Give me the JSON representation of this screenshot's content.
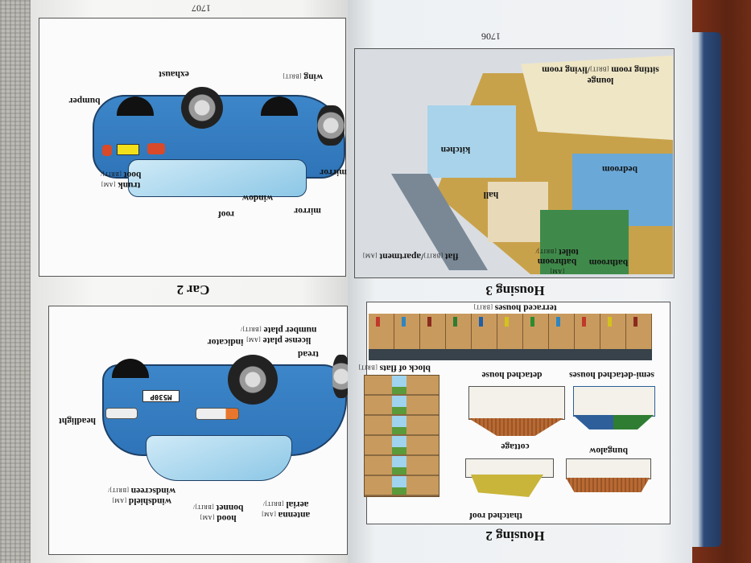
{
  "left_page": {
    "page_number": "1707",
    "section_title": "Car 2",
    "car_rear_labels": {
      "exhaust": "exhaust",
      "wing": "wing",
      "wing_tag": "[BRIT]",
      "bumper": "bumper",
      "boot": "boot",
      "boot_tag": "[BRIT]/",
      "trunk": "trunk",
      "trunk_tag": "[AM]",
      "mirror_side": "mirror",
      "roof": "roof",
      "window": "window",
      "mirror": "mirror"
    },
    "car_front_labels": {
      "number_plate": "number plate",
      "number_plate_tag": "[BRIT]/",
      "license_plate": "license plate",
      "license_plate_tag": "[AM]",
      "indicator": "indicator",
      "tread": "tread",
      "headlight": "headlight",
      "windscreen": "windscreen",
      "windscreen_tag": "[BRIT]/",
      "windshield": "windshield",
      "windshield_tag": "[AM]",
      "bonnet": "bonnet",
      "bonnet_tag": "[BRIT]/",
      "hood": "hood",
      "hood_tag": "[AM]",
      "aerial": "aerial",
      "aerial_tag": "[BRIT]/",
      "antenna": "antenna",
      "antenna_tag": "[AM]",
      "plate_text": "M530P"
    },
    "car_color": "#3380c4"
  },
  "right_page": {
    "page_number": "1706",
    "housing3": {
      "title": "Housing 3",
      "sitting_room": "sitting room",
      "sitting_room_tag": "[BRIT]",
      "living_room": "/living room",
      "lounge": "lounge",
      "kitchen": "kitchen",
      "bedroom": "bedroom",
      "hall": "hall",
      "flat": "flat",
      "flat_tag": "[BRIT]",
      "apartment": "/apartment",
      "apartment_tag": "[AM]",
      "toilet": "toilet",
      "toilet_tag": "[BRIT]/",
      "bathroom_am": "bathroom",
      "bathroom_am_tag": "[AM]",
      "bathroom": "bathroom"
    },
    "housing2": {
      "title": "Housing 2",
      "terraced_houses": "terraced houses",
      "terraced_tag": "[BRIT]",
      "block_of_flats": "block of flats",
      "block_tag": "[BRIT]",
      "detached_house": "detached house",
      "semi_detached": "semi-detached houses",
      "cottage": "cottage",
      "bungalow": "bungalow",
      "thatched_roof": "thatched roof"
    },
    "door_colors": [
      "#c0392b",
      "#2e86c1",
      "#8b2b1f",
      "#2e7d32",
      "#1f5fa8",
      "#d4c21c",
      "#2e8b2e",
      "#2e86c1",
      "#c0392b",
      "#d4c21c",
      "#8b2b1f"
    ]
  }
}
